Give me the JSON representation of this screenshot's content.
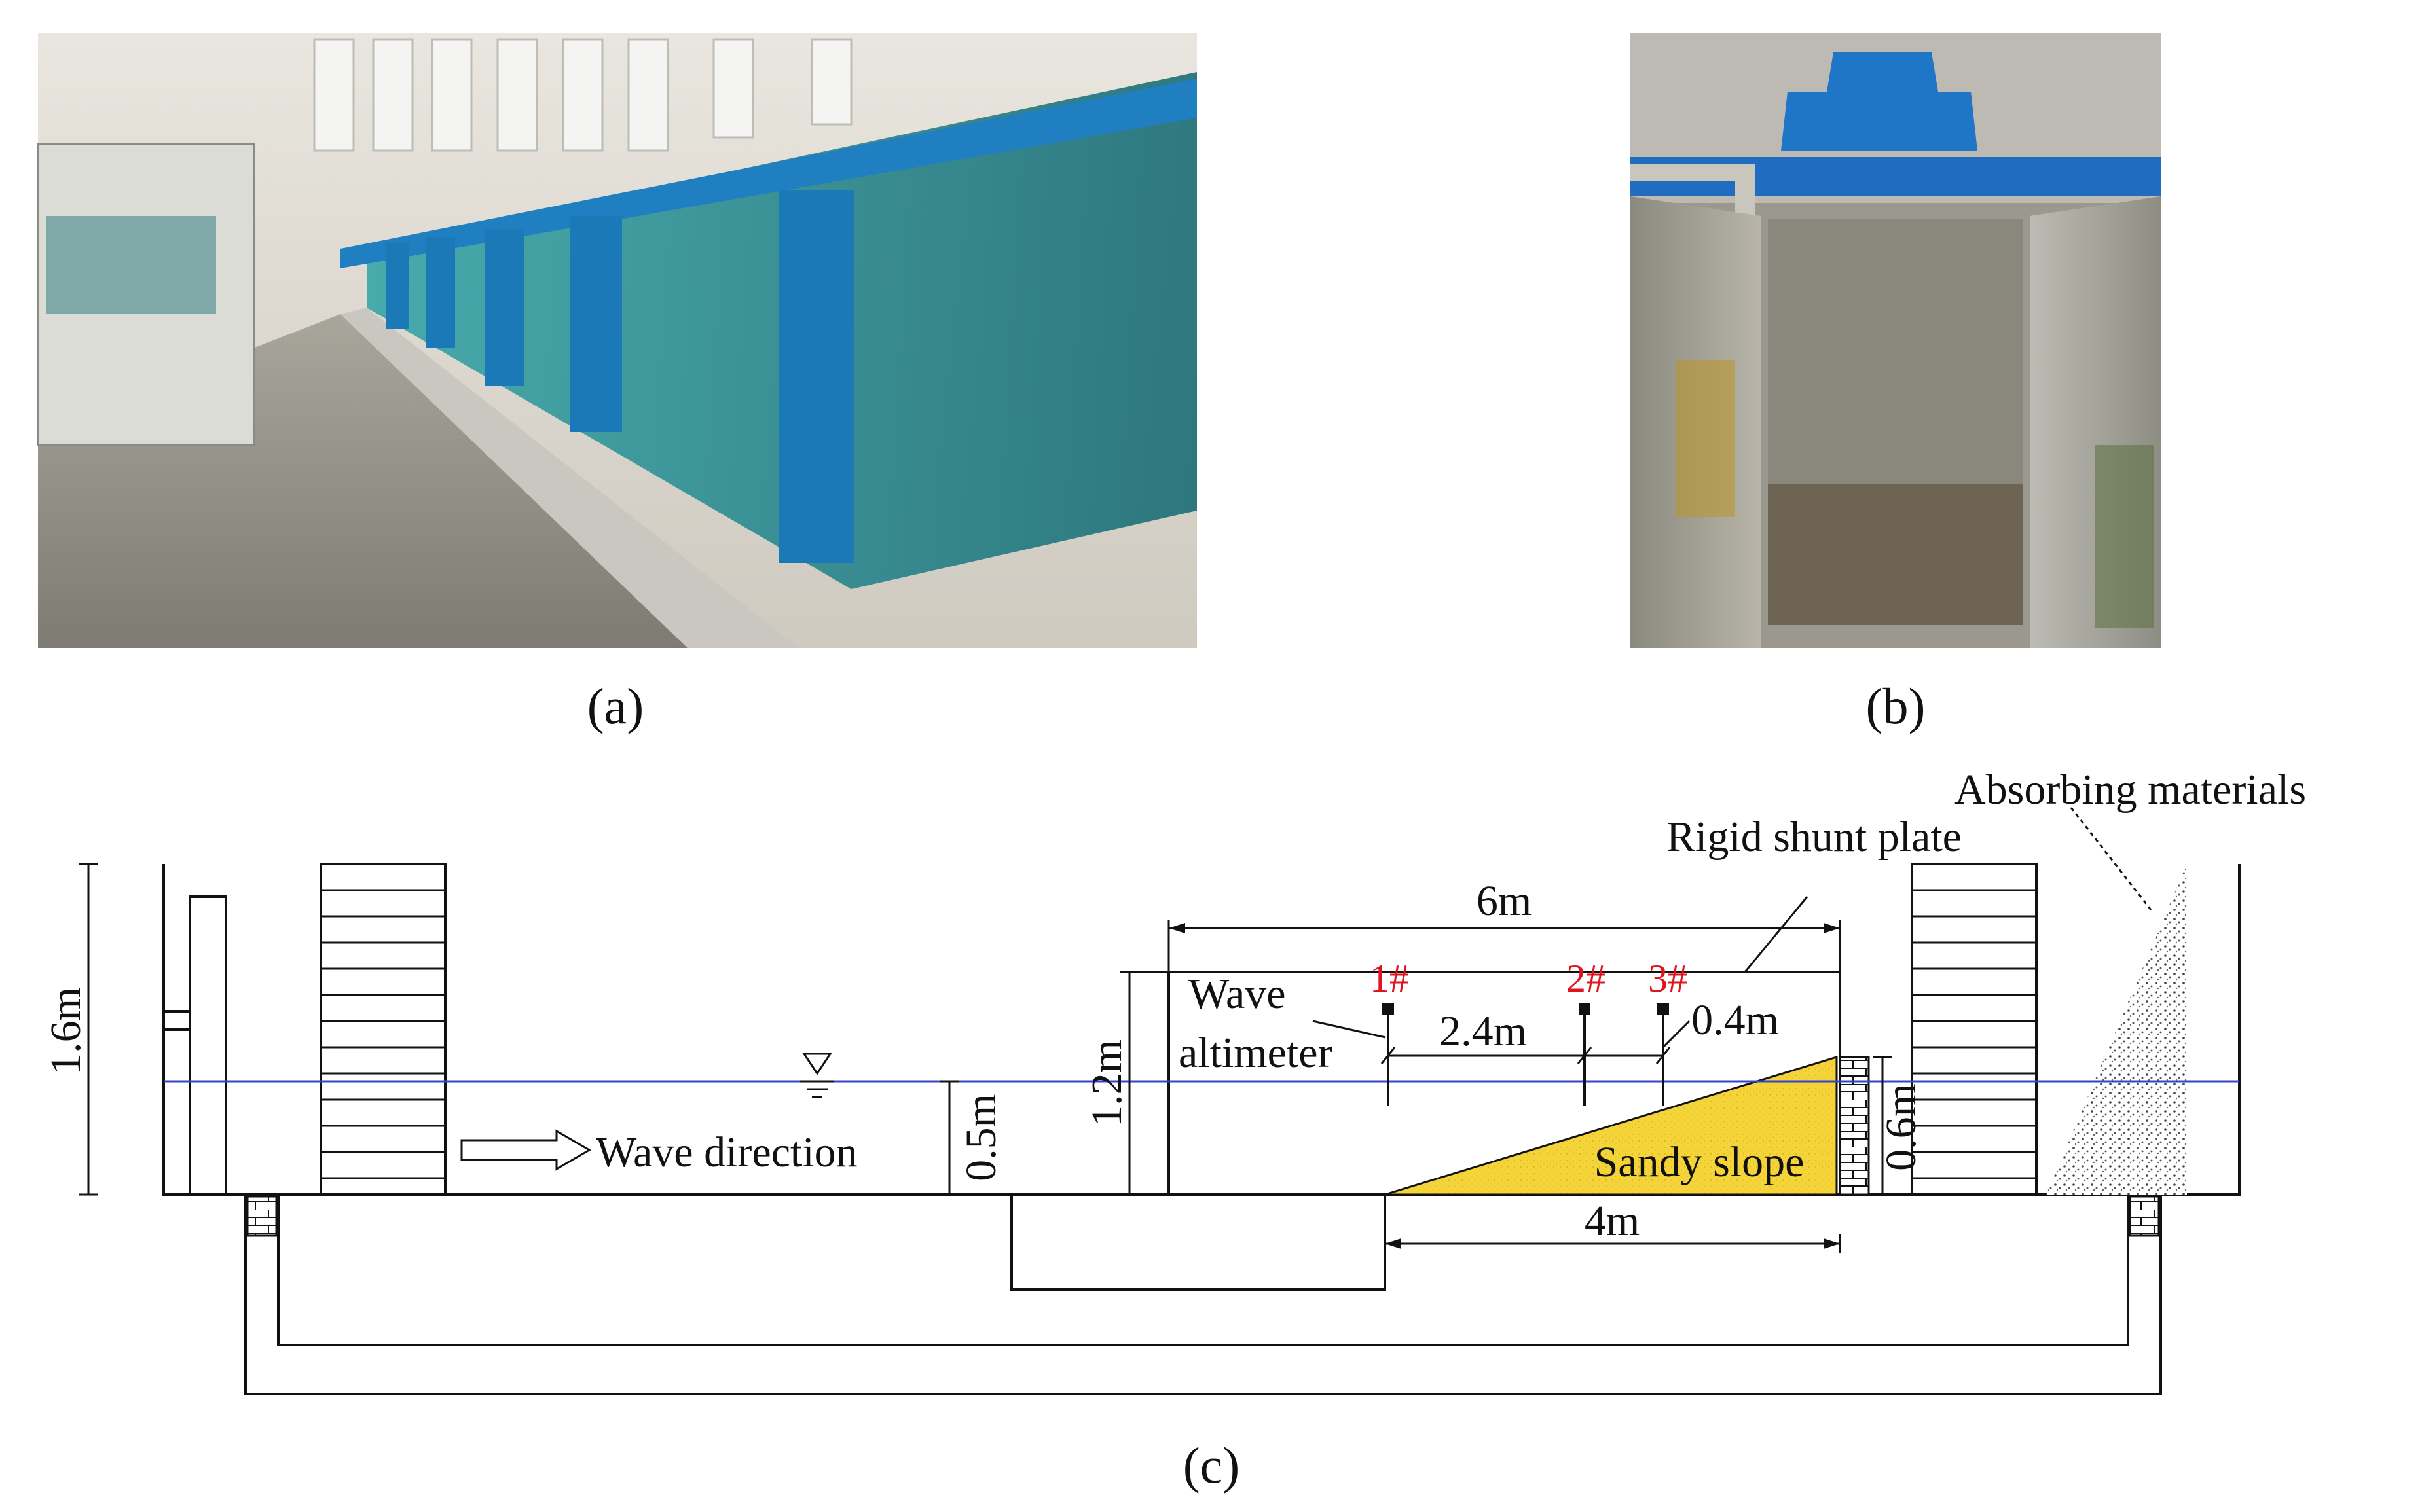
{
  "panels": {
    "a": {
      "caption": "(a)",
      "content": "photo",
      "subject": "wave-flume"
    },
    "b": {
      "caption": "(b)",
      "content": "photo",
      "subject": "wave-maker-channel"
    },
    "c": {
      "caption": "(c)",
      "content": "schematic"
    }
  },
  "schematic": {
    "dimensions": {
      "flume_height": "1.6m",
      "water_depth": "0.5m",
      "box_height": "1.2m",
      "box_length": "6m",
      "slope_length": "4m",
      "plate_height": "0.6m",
      "gauge_spacing_1_2": "2.4m",
      "gauge_spacing_2_3": "0.4m"
    },
    "labels": {
      "wave_altimeter_line1": "Wave",
      "wave_altimeter_line2": "altimeter",
      "wave_direction": "Wave direction",
      "sandy_slope": "Sandy slope",
      "rigid_shunt_plate": "Rigid shunt plate",
      "absorbing_materials": "Absorbing materials"
    },
    "gauges": [
      "1#",
      "2#",
      "3#"
    ],
    "colors": {
      "water_line": "#3344cc",
      "sand": "#f5d43a",
      "gauge_label": "#e0141e",
      "frame_blue": "#1f7fc0",
      "line": "#111111"
    }
  }
}
